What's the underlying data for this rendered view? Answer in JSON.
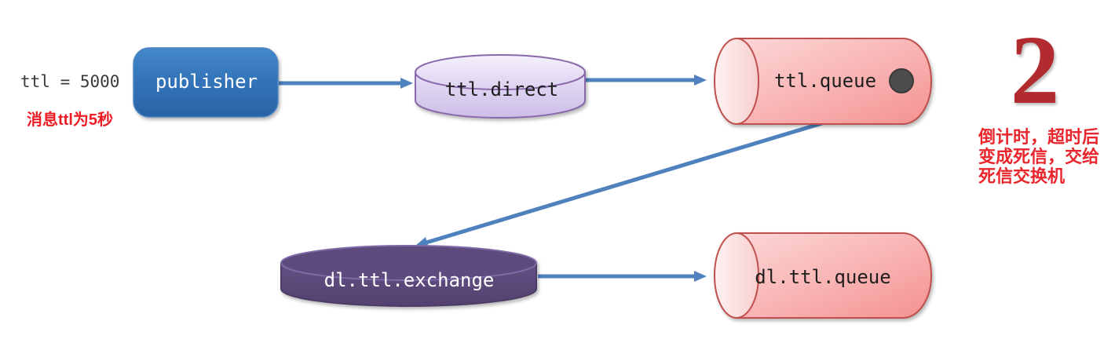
{
  "diagram": {
    "title_note": "RabbitMQ TTL dead-letter flow",
    "nodes": {
      "publisher": {
        "label": "publisher",
        "type": "producer"
      },
      "ttl_direct": {
        "label": "ttl.direct",
        "type": "exchange"
      },
      "ttl_queue": {
        "label": "ttl.queue",
        "type": "queue"
      },
      "dl_ttl_exchange": {
        "label": "dl.ttl.exchange",
        "type": "exchange"
      },
      "dl_ttl_queue": {
        "label": "dl.ttl.queue",
        "type": "queue"
      }
    },
    "edges": [
      {
        "from": "publisher",
        "to": "ttl_direct"
      },
      {
        "from": "ttl_direct",
        "to": "ttl_queue"
      },
      {
        "from": "ttl_queue",
        "to": "dl_ttl_exchange"
      },
      {
        "from": "dl_ttl_exchange",
        "to": "dl_ttl_queue"
      }
    ],
    "annotations": {
      "ttl_value": "ttl = 5000",
      "ttl_note": "消息ttl为5秒",
      "step_number": "2",
      "step_note": {
        "lines": [
          "倒计时，超时后",
          "变成死信，交给",
          "死信交换机"
        ]
      }
    },
    "colors": {
      "background": "#ffffff",
      "arrow": "#4e81bd",
      "publisher_fill": "#3273b8",
      "exchange_light_fill": "#d9cdef",
      "exchange_light_border": "#8969ac",
      "exchange_dark_fill": "#5b4878",
      "exchange_dark_border": "#4d3c68",
      "queue_fill": "#f8b0b0",
      "queue_border": "#c0504d",
      "message_dot": "#4c4c4c",
      "annotation_red": "#ed1c24",
      "step_number_red": "#b22b2f",
      "code_text": "#3a3a3a"
    }
  }
}
